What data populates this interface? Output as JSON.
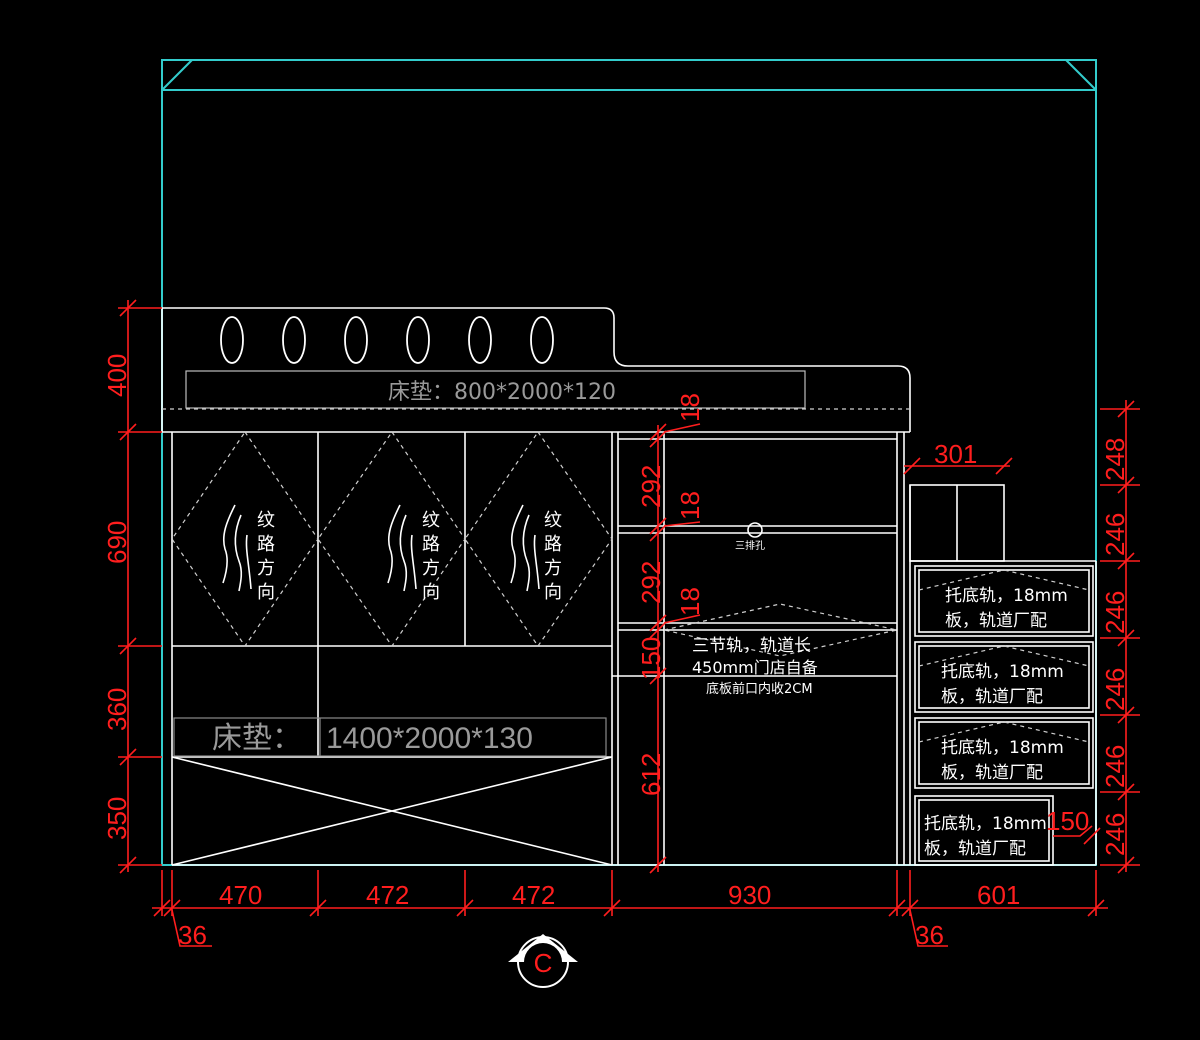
{
  "drawing": {
    "colors": {
      "background": "#000000",
      "outline": "#ffffff",
      "dimension": "#ff1e1e",
      "frame": "#33cccc",
      "dashed": "#cfcfcf",
      "label_gray": "#9a9a9a"
    },
    "upper_mattress_label": "床垫：800*2000*120",
    "lower_mattress_label_prefix": "床垫：",
    "lower_mattress_label_value": "1400*2000*130",
    "grain_chars": [
      "纹",
      "路",
      "方",
      "向"
    ],
    "hole_label": "三排孔",
    "rail_note_lines": [
      "三节轨，轨道长",
      "450mm门店自备",
      "底板前口内收2CM"
    ],
    "drawer_note_line1": "托底轨，18mm",
    "drawer_note_line2": "板，轨道厂配",
    "view_marker": "C"
  },
  "dimensions": {
    "left_vertical": [
      "400",
      "690",
      "360",
      "350"
    ],
    "middle_vertical": [
      "18",
      "292",
      "18",
      "292",
      "18",
      "150",
      "612"
    ],
    "right_vertical": [
      "248",
      "246",
      "246",
      "246",
      "246",
      "246"
    ],
    "bottom_horizontal": [
      "470",
      "472",
      "472",
      "930",
      "601"
    ],
    "thickness_left": "36",
    "thickness_right": "36",
    "step_width": "301",
    "step_depth": "150"
  }
}
